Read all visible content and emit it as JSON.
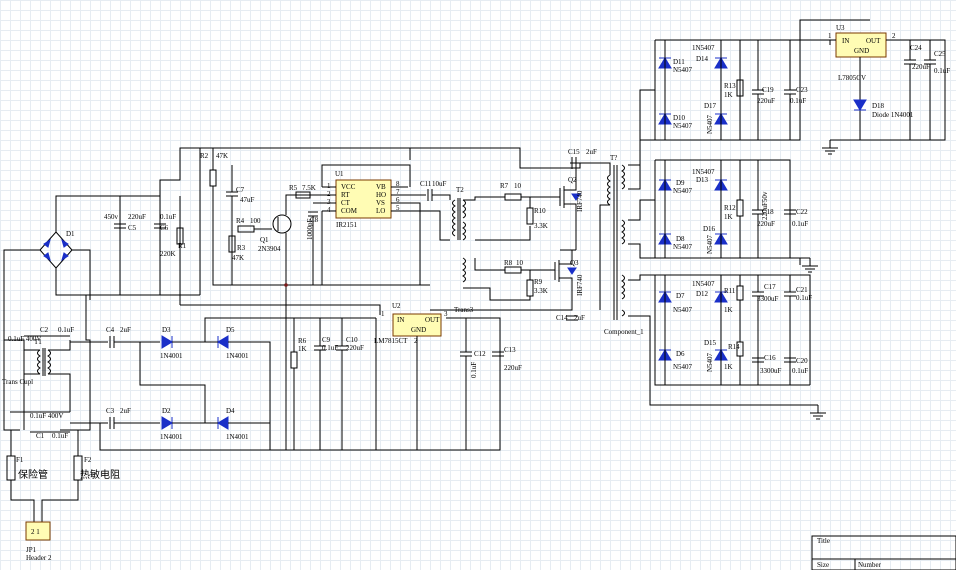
{
  "components": {
    "U1": {
      "ref": "U1",
      "part": "IR2151",
      "pins": [
        "VCC",
        "RT",
        "CT",
        "COM",
        "VB",
        "HO",
        "VS",
        "LO"
      ],
      "pin_numbers": [
        "1",
        "2",
        "3",
        "4",
        "8",
        "7",
        "6",
        "5"
      ]
    },
    "U2": {
      "ref": "U2",
      "part": "LM7815CT",
      "pins": [
        "IN",
        "OUT",
        "GND"
      ],
      "pin_numbers": [
        "1",
        "3",
        "2"
      ]
    },
    "U3": {
      "ref": "U3",
      "part": "L7805CV",
      "pins": [
        "IN",
        "OUT",
        "GND"
      ],
      "pin_numbers": [
        "1",
        "2"
      ]
    },
    "D1": {
      "ref": "D1"
    },
    "Q1": {
      "ref": "Q1",
      "part": "2N3904"
    },
    "Q2": {
      "ref": "Q2",
      "part": "IRF740"
    },
    "Q3": {
      "ref": "Q3",
      "part": "IRF740"
    },
    "T1": {
      "ref": "T1",
      "part": "Trans Cupl"
    },
    "T2": {
      "ref": "T2"
    },
    "T3": {
      "ref": "Trans3"
    },
    "T4": {
      "ref": "T?",
      "part": "Component_1"
    },
    "F1": {
      "ref": "F1",
      "label": "保险管"
    },
    "F2": {
      "ref": "F2",
      "label": "热敏电阻"
    },
    "JP1": {
      "ref": "JP1",
      "part": "Header 2"
    },
    "D18": {
      "ref": "D18",
      "part": "Diode 1N4001"
    }
  },
  "labels": {
    "R1": "R1",
    "R1v": "220K",
    "R2": "R2",
    "R2v": "47K",
    "R3": "R3",
    "R3v": "47K",
    "R4": "R4",
    "R4v": "100",
    "R5": "R5",
    "R5v": "7.5K",
    "R6": "R6",
    "R6v": "1K",
    "R7": "R7",
    "R7v": "10",
    "R8": "R8",
    "R8v": "10",
    "R9": "R9",
    "R9v": "3.3K",
    "R10": "R10",
    "R10v": "3.3K",
    "R11": "R11",
    "R11v": "1K",
    "R12": "R12",
    "R12v": "1K",
    "R13": "R13",
    "R13v": "1K",
    "R14": "R14",
    "R14v": "1K",
    "C1": "C1",
    "C1v": "0.1uF",
    "C1r": "0.1uF 400V",
    "C2": "C2",
    "C2v": "0.1uF",
    "C3": "C3",
    "C3v": "2uF",
    "C4": "C4",
    "C4v": "2uF",
    "C5": "C5",
    "C5v": "450v",
    "C5v2": "220uF",
    "C6": "C6",
    "C6v": "0.1uF",
    "C7": "C7",
    "C7v": "47uF",
    "C8": "C8",
    "C8v": "1000pF",
    "C9": "C9",
    "C9v": "0.1uF",
    "C10": "C10",
    "C10v": "220uF",
    "C11": "C11",
    "C11v": "10uF",
    "C12": "C12",
    "C12v": "0.1uF",
    "C13": "C13",
    "C13v": "220uF",
    "C14": "C14",
    "C14v": "2uF",
    "C15": "C15",
    "C15v": "2uF",
    "C16": "C16",
    "C16v": "3300uF",
    "C17": "C17",
    "C17v": "3300uF",
    "C18": "C18",
    "C18v": "220uF",
    "C19": "C19",
    "C19v": "220uF",
    "C20": "C20",
    "C20v": "0.1uF",
    "C21": "C21",
    "C21v": "0.1uF",
    "C22": "C22",
    "C22v": "0.1uF",
    "C23": "C23",
    "C23v": "0.1uF",
    "C24": "C24",
    "C24v": "220uF",
    "C25": "C25",
    "C25v": "0.1uF",
    "C3r": "0.1uF 400V",
    "C12r": "220uF50v",
    "D2": "D2",
    "D3": "D3",
    "D4": "D4",
    "D5": "D5",
    "D6": "D6",
    "D7": "D7",
    "D8": "D8",
    "D9": "D9",
    "D10": "D10",
    "D11": "D11",
    "D12": "D12",
    "D13": "D13",
    "D14": "D14",
    "D15": "D15",
    "D16": "D16",
    "D17": "D17",
    "n4001": "1N4001",
    "n5407": "1N5407",
    "n5407s": "N5407"
  },
  "title_block": {
    "title": "Title",
    "size": "Size",
    "number": "Number"
  }
}
